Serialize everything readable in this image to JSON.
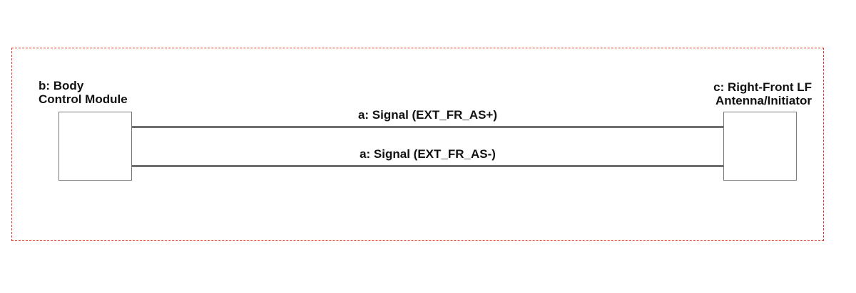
{
  "left_module": {
    "line1": "b: Body",
    "line2": "Control Module"
  },
  "right_module": {
    "line1": "c: Right-Front LF",
    "line2": "Antenna/Initiator"
  },
  "wires": [
    {
      "label": "a: Signal (EXT_FR_AS+)"
    },
    {
      "label": "a: Signal (EXT_FR_AS-)"
    }
  ],
  "colors": {
    "frame_border": "#e8322a",
    "wire": "#6e6e6e",
    "module_border": "#7a7a7a"
  }
}
